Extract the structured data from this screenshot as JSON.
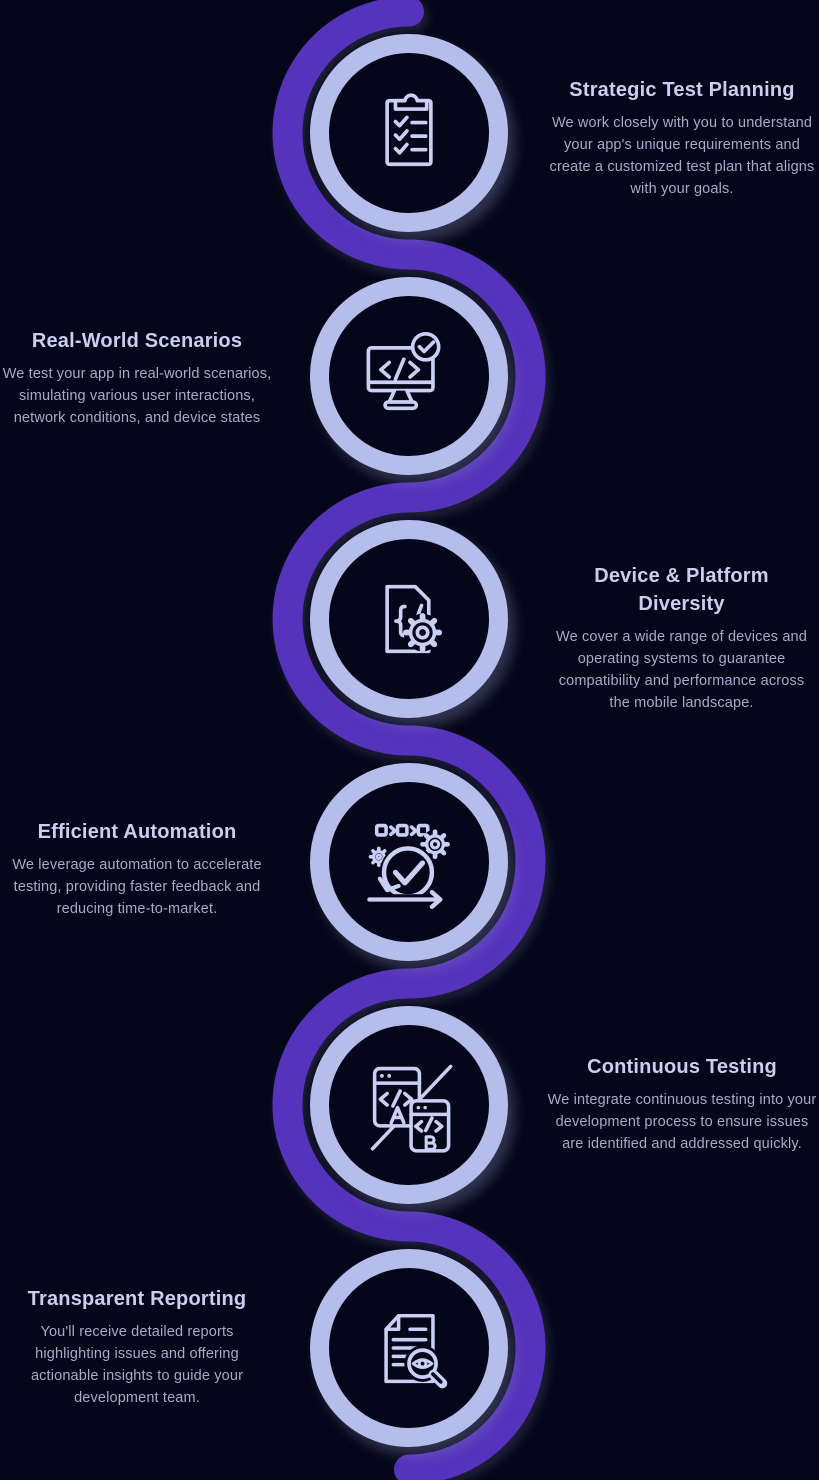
{
  "page": {
    "background": "#050619",
    "path_color": "#5633bd",
    "ring_color": "#b5bdea",
    "icon_color": "#cad0f3",
    "title_color": "#c9cfee",
    "body_color": "#a6abc9"
  },
  "steps": [
    {
      "title": "Strategic Test Planning",
      "description": "We work closely with you to understand your app's unique requirements and create a customized test plan that aligns with your goals.",
      "side": "right",
      "icon": "clipboard-checklist-icon"
    },
    {
      "title": "Real-World Scenarios",
      "description": "We test your app in real-world scenarios, simulating various user interactions, network conditions, and device states",
      "side": "left",
      "icon": "monitor-code-check-icon"
    },
    {
      "title": "Device & Platform Diversity",
      "description": "We cover a wide range of devices and operating systems to guarantee compatibility and performance across the mobile landscape.",
      "side": "right",
      "icon": "code-file-gear-icon"
    },
    {
      "title": "Efficient Automation",
      "description": "We leverage automation to accelerate testing, providing faster feedback and reducing time-to-market.",
      "side": "left",
      "icon": "automation-loop-check-icon"
    },
    {
      "title": "Continuous Testing",
      "description": "We integrate continuous testing into your development process to ensure issues are identified and addressed quickly.",
      "side": "right",
      "icon": "ab-code-windows-icon"
    },
    {
      "title": "Transparent Reporting",
      "description": "You'll receive detailed reports highlighting issues and offering actionable insights to guide your development team.",
      "side": "left",
      "icon": "report-magnifier-eye-icon"
    }
  ]
}
